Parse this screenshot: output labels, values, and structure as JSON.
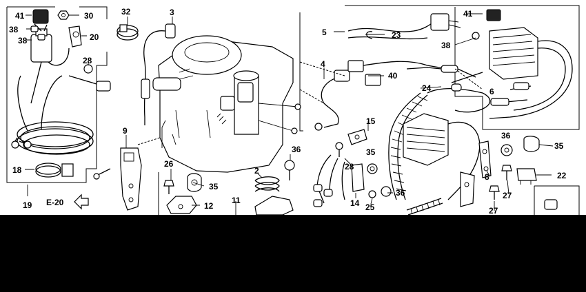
{
  "diagram": {
    "ref_label": "E-20",
    "callouts": [
      {
        "id": "c41a",
        "text": "41"
      },
      {
        "id": "c30",
        "text": "30"
      },
      {
        "id": "c32",
        "text": "32"
      },
      {
        "id": "c3",
        "text": "3"
      },
      {
        "id": "c38a",
        "text": "38"
      },
      {
        "id": "c38b",
        "text": "38"
      },
      {
        "id": "c20",
        "text": "20"
      },
      {
        "id": "c28a",
        "text": "28"
      },
      {
        "id": "c5",
        "text": "5"
      },
      {
        "id": "c23",
        "text": "23"
      },
      {
        "id": "c41b",
        "text": "41"
      },
      {
        "id": "c38c",
        "text": "38"
      },
      {
        "id": "c4",
        "text": "4"
      },
      {
        "id": "c40",
        "text": "40"
      },
      {
        "id": "c24",
        "text": "24"
      },
      {
        "id": "c6",
        "text": "6"
      },
      {
        "id": "c9",
        "text": "9"
      },
      {
        "id": "c15",
        "text": "15"
      },
      {
        "id": "c36a",
        "text": "36"
      },
      {
        "id": "c35a",
        "text": "35"
      },
      {
        "id": "c18",
        "text": "18"
      },
      {
        "id": "c26",
        "text": "26"
      },
      {
        "id": "c2",
        "text": "2"
      },
      {
        "id": "c28b",
        "text": "28"
      },
      {
        "id": "c35b",
        "text": "35"
      },
      {
        "id": "c36b",
        "text": "36"
      },
      {
        "id": "c35c",
        "text": "35"
      },
      {
        "id": "c8",
        "text": "8"
      },
      {
        "id": "c22",
        "text": "22"
      },
      {
        "id": "c19",
        "text": "19"
      },
      {
        "id": "c12",
        "text": "12"
      },
      {
        "id": "c11",
        "text": "11"
      },
      {
        "id": "c14",
        "text": "14"
      },
      {
        "id": "c25",
        "text": "25"
      },
      {
        "id": "c36c",
        "text": "36"
      },
      {
        "id": "c27a",
        "text": "27"
      },
      {
        "id": "c27b",
        "text": "27"
      }
    ]
  }
}
